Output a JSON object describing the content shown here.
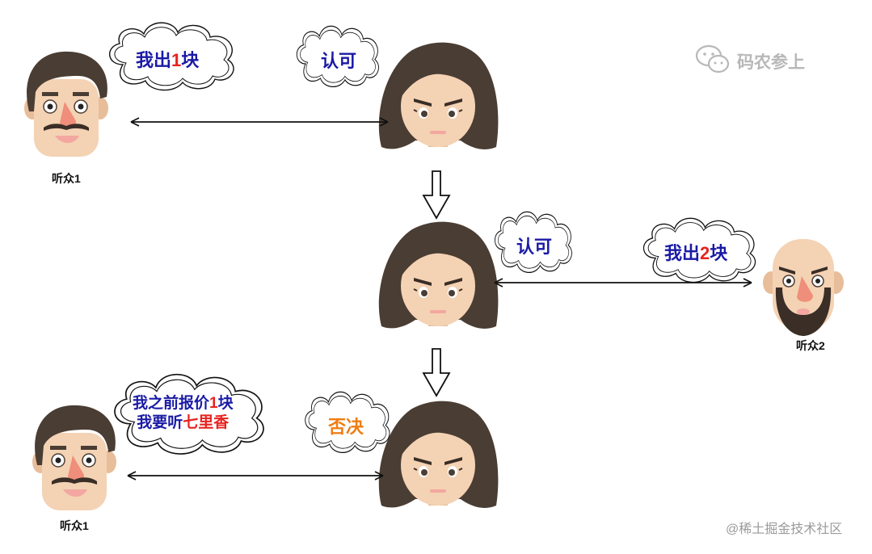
{
  "colors": {
    "blue_text": "#1a1aa6",
    "red_text": "#e8231f",
    "orange_text": "#f07d12",
    "hair": "#4a3d33",
    "skin": "#f4d2b4",
    "cheek": "#f3a7a0",
    "beard": "#3a2e26",
    "line": "#111111"
  },
  "labels": {
    "listener1_top": "听众1",
    "listener2": "听众2",
    "listener1_bottom": "听众1"
  },
  "bubbles": {
    "top_left": {
      "prefix": "我出",
      "num": "1",
      "suffix": "块"
    },
    "top_woman": {
      "text": "认可"
    },
    "mid_woman": {
      "text": "认可"
    },
    "mid_right": {
      "prefix": "我出",
      "num": "2",
      "suffix": "块"
    },
    "bottom_woman": {
      "text": "否决"
    },
    "bottom_left": {
      "line1_prefix": "我之前报价",
      "line1_num": "1",
      "line1_suffix": "块",
      "line2_prefix": "我要听",
      "line2_red": "七里香"
    }
  },
  "watermarks": {
    "wechat_brand": "码农参上",
    "platform": "@稀土掘金技术社区"
  },
  "icons": {
    "wechat": "wechat-icon",
    "down_arrow": "hollow-down-arrow-icon",
    "double_arrow": "double-headed-arrow-icon"
  }
}
